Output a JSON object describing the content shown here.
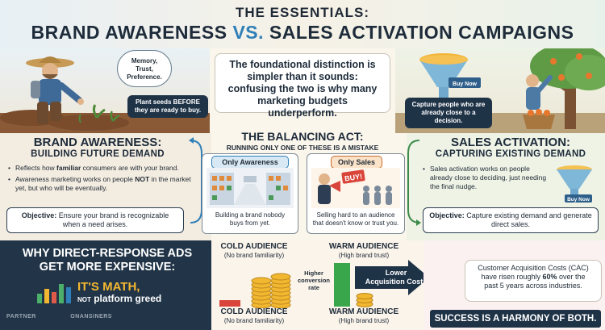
{
  "header": {
    "kicker": "THE ESSENTIALS:",
    "title_part1": "BRAND AWARENESS",
    "title_vs": "VS.",
    "title_part2": "SALES ACTIVATION CAMPAIGNS"
  },
  "scene_left": {
    "bubble_line1": "Memory,",
    "bubble_line2": "Trust,",
    "bubble_line3": "Preference.",
    "caption_line1": "Plant seeds BEFORE",
    "caption_line2": "they are ready to buy."
  },
  "center_intro": {
    "text": "The foundational distinction is simpler than it sounds: confusing the two is why many marketing budgets underperform."
  },
  "scene_right": {
    "funnel_label": "Buy Now",
    "caption_line1": "Capture people who are",
    "caption_line2": "already close to a decision."
  },
  "balancing": {
    "title": "THE BALANCING ACT:",
    "subtitle": "RUNNING ONLY ONE OF THESE IS A MISTAKE",
    "panel_left": {
      "tag": "Only Awareness",
      "caption_line1": "Building a brand nobody",
      "caption_line2": "buys from yet."
    },
    "panel_right": {
      "tag": "Only Sales",
      "sign": "BUY!",
      "caption_line1": "Selling hard to an audience",
      "caption_line2": "that doesn't know or trust you."
    }
  },
  "brand_awareness": {
    "title": "BRAND AWARENESS:",
    "subtitle": "BUILDING FUTURE DEMAND",
    "bullet1_pre": "Reflects how ",
    "bullet1_bold": "familiar",
    "bullet1_post": " consumers are with your brand.",
    "bullet2_pre": "Awareness marketing works on people ",
    "bullet2_bold": "NOT",
    "bullet2_post": " in the market yet, but who will be eventually.",
    "objective_label": "Objective:",
    "objective_text": " Ensure your brand is recognizable when a need arises."
  },
  "sales_activation": {
    "title": "SALES ACTIVATION:",
    "subtitle": "CAPTURING EXISTING DEMAND",
    "bullet1": "Sales activation works on people already close to deciding, just needing the final nudge.",
    "funnel_label": "Buy Now",
    "objective_label": "Objective:",
    "objective_text": " Capture existing demand and generate direct sales."
  },
  "why_section": {
    "line1": "WHY DIRECT-RESPONSE ADS",
    "line2": "GET MORE EXPENSIVE:",
    "math": "IT'S MATH,",
    "not": "NOT",
    "greed": " platform greed",
    "logos": [
      "PARTNER",
      "ONANSINERS"
    ]
  },
  "audience": {
    "cold_title": "COLD AUDIENCE",
    "cold_sub": "(No brand familiarity)",
    "warm_title": "WARM AUDIENCE",
    "warm_sub": "(High brand trust)",
    "higher_line1": "Higher",
    "higher_line2": "conversion",
    "higher_line3": "rate",
    "arrow_line1": "Lower",
    "arrow_line2": "Acquisition Costs"
  },
  "cac": {
    "line1": "Customer Acquisition Costs (CAC)",
    "line2_pre": "have risen roughly ",
    "line2_bold": "60%",
    "line2_post": " over the",
    "line3": "past 5 years across industries."
  },
  "success": "SUCCESS IS A HARMONY OF BOTH."
}
